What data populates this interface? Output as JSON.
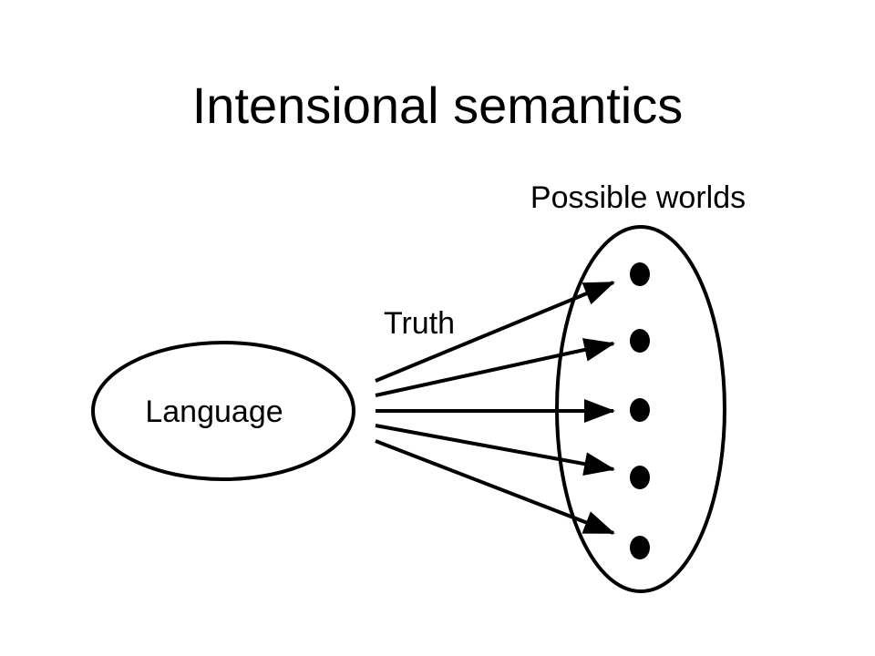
{
  "title": "Intensional semantics",
  "diagram": {
    "source_label": "Language",
    "target_label": "Possible worlds",
    "edge_label": "Truth",
    "world_count": 5,
    "line_color": "#000000",
    "background_color": "#ffffff"
  }
}
